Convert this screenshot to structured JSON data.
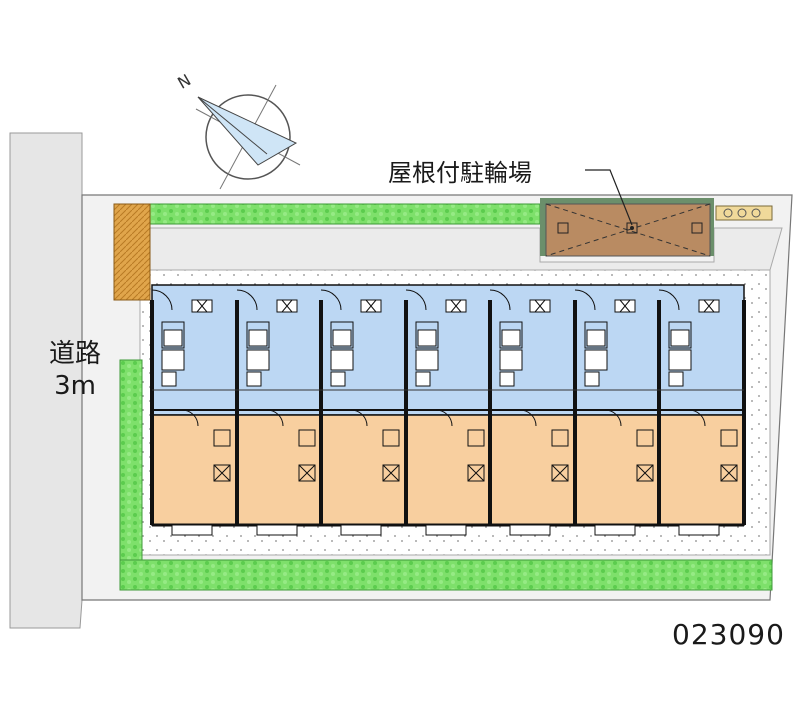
{
  "map": {
    "road": {
      "name": "道路",
      "width": "3m"
    },
    "bicycle_parking": {
      "label": "屋根付駐輪場"
    },
    "plan_code": "023090",
    "compass": {
      "north_letter": "N"
    },
    "units": 7,
    "colors": {
      "lot": "#f4f4f4",
      "road": "#e6e6e6",
      "hedge": "#7ee06b",
      "hedge_dark": "#4cae45",
      "wet_area": "#bcd7f3",
      "room": "#f8cf9f",
      "parking": "#b98b62",
      "ramp": "#d99a3e",
      "wall": "#111111"
    }
  }
}
